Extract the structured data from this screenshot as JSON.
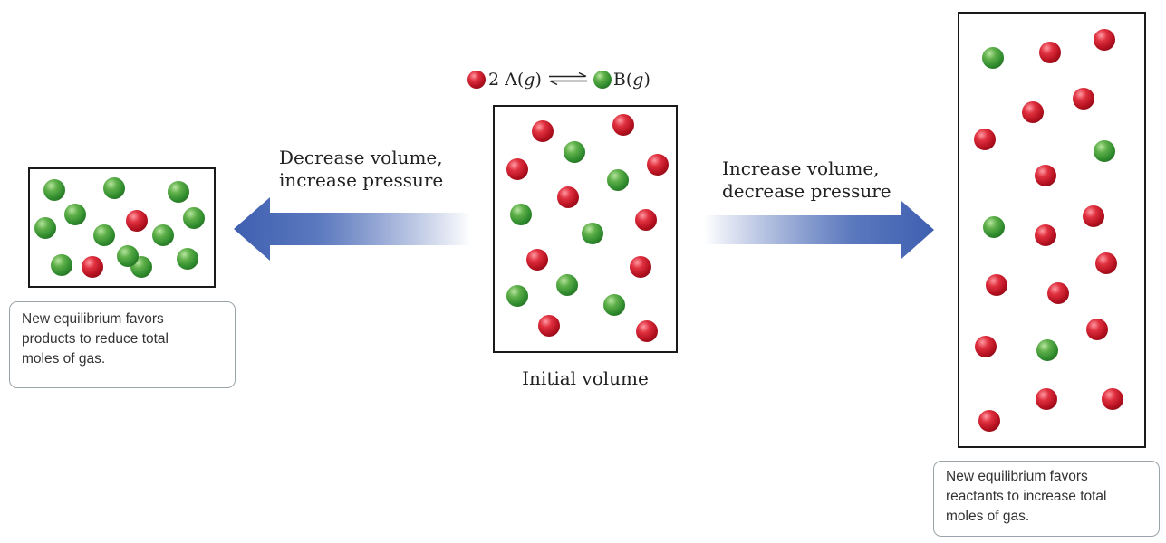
{
  "equation": {
    "coefficient": "2",
    "reactant": "A",
    "reactant_phase": "g",
    "product": "B",
    "product_phase": "g"
  },
  "left": {
    "instruction": [
      "Decrease volume,",
      "increase pressure"
    ],
    "note": [
      "New equilibrium favors",
      "products to reduce total",
      "moles of gas."
    ],
    "molecules": [
      "B",
      "B",
      "B",
      "B",
      "B",
      "B",
      "A",
      "B",
      "B",
      "B",
      "A",
      "B",
      "B",
      "B"
    ]
  },
  "center": {
    "caption": "Initial volume",
    "molecules": [
      "A",
      "A",
      "B",
      "A",
      "A",
      "B",
      "A",
      "B",
      "A",
      "B",
      "A",
      "A",
      "B",
      "B",
      "B",
      "A",
      "A"
    ]
  },
  "right": {
    "instruction": [
      "Increase volume,",
      "decrease pressure"
    ],
    "note": [
      "New equilibrium favors",
      "reactants to increase total",
      "moles of gas."
    ],
    "molecules": [
      "B",
      "A",
      "A",
      "A",
      "A",
      "A",
      "B",
      "A",
      "B",
      "A",
      "A",
      "A",
      "A",
      "A",
      "A",
      "B",
      "A",
      "A",
      "A",
      "A"
    ]
  },
  "colors": {
    "molecule_A": "#c8192b",
    "molecule_B": "#3f9a35",
    "arrow": "#3f5fb0",
    "container_border": "#1a1a1a",
    "note_border": "#9aa3a8"
  }
}
